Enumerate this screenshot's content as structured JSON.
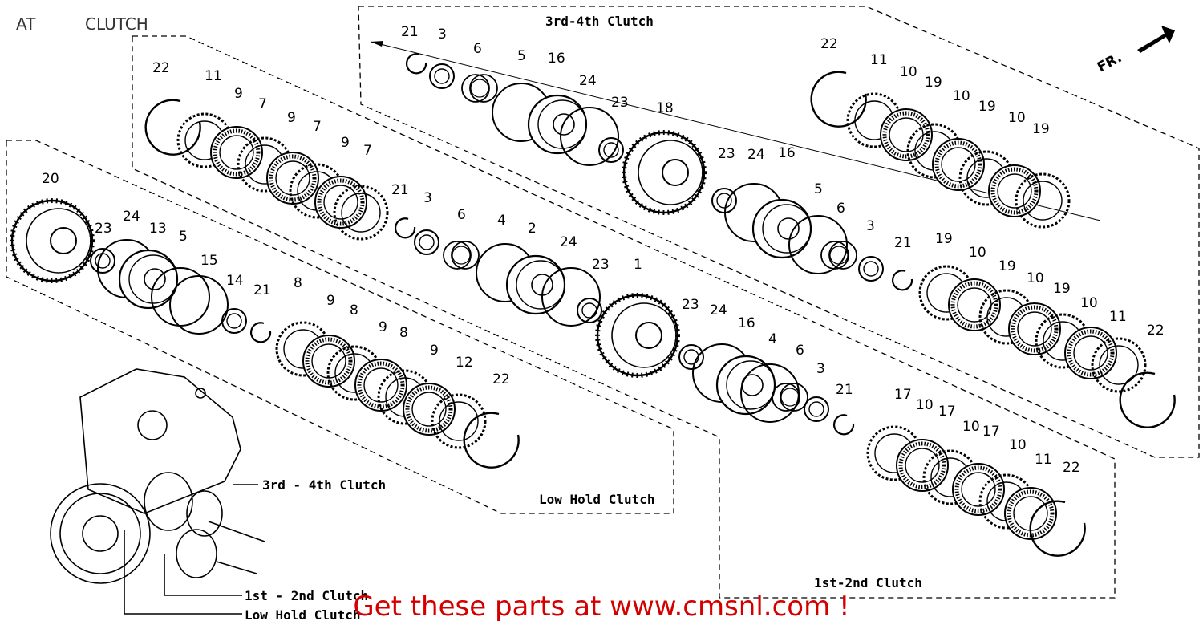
{
  "header": {
    "model": "AT",
    "section": "CLUTCH"
  },
  "groups": {
    "clutch_34": "3rd-4th Clutch",
    "low_hold": "Low Hold Clutch",
    "clutch_12": "1st-2nd Clutch"
  },
  "inset_labels": {
    "clutch_34": "3rd - 4th Clutch",
    "clutch_12": "1st - 2nd Clutch",
    "low_hold": "Low Hold Clutch"
  },
  "direction": "FR.",
  "callouts": [
    "1",
    "2",
    "3",
    "4",
    "5",
    "6",
    "7",
    "8",
    "9",
    "10",
    "11",
    "12",
    "13",
    "14",
    "15",
    "16",
    "17",
    "18",
    "19",
    "20",
    "21",
    "22",
    "23",
    "24"
  ],
  "promo": "Get these parts at www.cmsnl.com !",
  "colors": {
    "promo": "#d40000",
    "line": "#000000",
    "header": "#333333"
  }
}
